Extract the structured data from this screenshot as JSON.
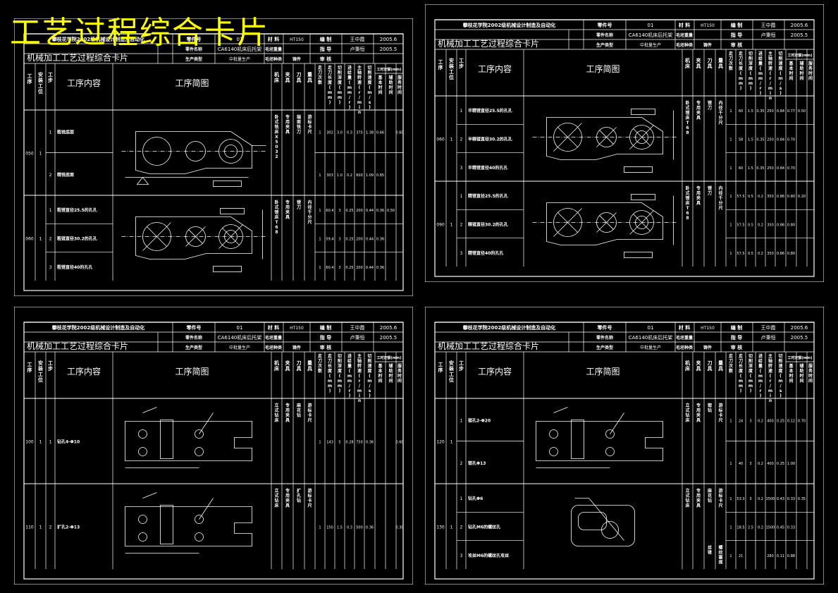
{
  "overlay_title": "工艺过程综合卡片",
  "colors": {
    "background": "#000000",
    "line": "#ffffff",
    "accent": "#ffff00"
  },
  "header": {
    "school": "攀枝花学院2002级机械设计制造及自动化",
    "part_no_label": "零件号",
    "part_no": "01",
    "material_label": "材 料",
    "material": "HT150",
    "drawn_label": "编 制",
    "drawn_by": "王中霞",
    "date1": "2005.6",
    "card_title": "机械加工工艺过程综合卡片",
    "part_name_label": "零件名称",
    "part_name": "CA6140机床后托架",
    "blank_weight_label": "毛坯重量",
    "check_label": "指 导",
    "checker": "卢秉恒",
    "date2": "2005.5",
    "production_type_label": "生产类型",
    "production_type": "中批量生产",
    "blank_type_label": "毛坯种类",
    "casting_label": "铸件",
    "review_label": "审 核"
  },
  "columns": {
    "process_no": "工序",
    "install": "安装工位",
    "step": "工步",
    "content": "工序内容",
    "sketch": "工序简图",
    "machine": "机床",
    "fixture": "夹具",
    "tool": "刀具",
    "measuring": "量具",
    "passes": "走刀次数",
    "length": "走刀长度(mm)",
    "depth": "切削深度(mm)",
    "feed": "进给量(mm/r)",
    "speed": "主轴转速(r/min)",
    "cut_speed": "切削速度(m/s)",
    "time_group": "工时定额(min)",
    "basic_time": "基本时间",
    "aux_time": "辅助时间",
    "service_time": "服务时间"
  },
  "sheets": [
    {
      "ops": [
        {
          "no": "050",
          "install": "1",
          "sketch": "milling",
          "steps": [
            {
              "step": "1",
              "content": "粗铣底面",
              "machine": "卧式铣床X5032",
              "fixture": "专用夹具",
              "tool": "端面铣刀",
              "measuring": "游标卡尺",
              "vals": [
                "1",
                "302",
                "3.0",
                "0.3",
                "375",
                "1.38",
                "0.66",
                "",
                "0.60"
              ]
            },
            {
              "step": "2",
              "content": "精铣底面",
              "machine": "",
              "fixture": "",
              "tool": "",
              "measuring": "",
              "vals": [
                "1",
                "303",
                "1.0",
                "0.2",
                "600",
                "1.09",
                "0.85",
                "",
                ""
              ]
            }
          ]
        },
        {
          "no": "060",
          "install": "1",
          "sketch": "boring",
          "steps": [
            {
              "step": "1",
              "content": "粗镗直径25.5的孔孔",
              "machine": "卧式镗床T68",
              "fixture": "专用夹具",
              "tool": "镗刀",
              "measuring": "内径千分尺",
              "vals": [
                "1",
                "60.4",
                "3",
                "0.25",
                "200",
                "0.44",
                "0.36",
                "0.50",
                ""
              ]
            },
            {
              "step": "2",
              "content": "粗镗直径30.2的孔孔",
              "machine": "",
              "fixture": "",
              "tool": "",
              "measuring": "",
              "vals": [
                "1",
                "59.4",
                "3",
                "0.25",
                "200",
                "0.44",
                "0.36",
                "",
                ""
              ]
            },
            {
              "step": "3",
              "content": "粗镗直径40的孔孔",
              "machine": "",
              "fixture": "",
              "tool": "",
              "measuring": "",
              "vals": [
                "1",
                "60.4",
                "3",
                "0.25",
                "200",
                "0.44",
                "0.36",
                "",
                ""
              ]
            }
          ]
        }
      ]
    },
    {
      "ops": [
        {
          "no": "060",
          "install": "1",
          "sketch": "boring",
          "steps": [
            {
              "step": "1",
              "content": "半精镗直径25.5的孔孔",
              "machine": "卧式镗床T68",
              "fixture": "专用夹具",
              "tool": "镗刀",
              "measuring": "内径千分尺",
              "vals": [
                "1",
                "60",
                "1.5",
                "0.35",
                "250",
                "0.84",
                "0.77",
                "0.50",
                ""
              ]
            },
            {
              "step": "2",
              "content": "半精镗直径30.2的孔孔",
              "machine": "",
              "fixture": "",
              "tool": "",
              "measuring": "",
              "vals": [
                "1",
                "58",
                "1.5",
                "0.35",
                "250",
                "0.84",
                "0.70",
                "",
                ""
              ]
            },
            {
              "step": "3",
              "content": "半精镗直径40的孔孔",
              "machine": "",
              "fixture": "",
              "tool": "",
              "measuring": "",
              "vals": [
                "1",
                "60",
                "1.5",
                "0.35",
                "250",
                "0.84",
                "0.70",
                "",
                ""
              ]
            }
          ]
        },
        {
          "no": "090",
          "install": "1",
          "sketch": "boring",
          "steps": [
            {
              "step": "1",
              "content": "精镗直径25.5的孔孔",
              "machine": "卧式镗床T68",
              "fixture": "专用夹具",
              "tool": "镗刀",
              "measuring": "内径千分尺",
              "vals": [
                "1",
                "57.5",
                "0.5",
                "0.2",
                "350",
                "0.86",
                "0.80",
                "0.20",
                ""
              ]
            },
            {
              "step": "2",
              "content": "精镗直径30.2的孔孔",
              "machine": "",
              "fixture": "",
              "tool": "",
              "measuring": "",
              "vals": [
                "1",
                "57.5",
                "0.5",
                "0.2",
                "350",
                "0.86",
                "0.80",
                "",
                ""
              ]
            },
            {
              "step": "3",
              "content": "精镗直径40的孔孔",
              "machine": "",
              "fixture": "",
              "tool": "",
              "measuring": "",
              "vals": [
                "1",
                "57.5",
                "0.5",
                "0.2",
                "350",
                "0.86",
                "0.80",
                "",
                ""
              ]
            }
          ]
        }
      ]
    },
    {
      "ops": [
        {
          "no": "100",
          "install": "1",
          "sketch": "drill",
          "steps": [
            {
              "step": "1",
              "content": "钻孔4-Φ10",
              "machine": "立式钻床",
              "fixture": "专用夹具",
              "tool": "麻花钻",
              "measuring": "游标卡尺",
              "vals": [
                "1",
                "143",
                "5",
                "0.28",
                "750",
                "0.36",
                "",
                "",
                "0.60"
              ]
            }
          ]
        },
        {
          "no": "110",
          "install": "1",
          "sketch": "drill",
          "steps": [
            {
              "step": "2",
              "content": "扩孔2-Φ13",
              "machine": "立式钻床",
              "fixture": "专用夹具",
              "tool": "扩孔钻",
              "measuring": "游标卡尺",
              "vals": [
                "1",
                "150",
                "1.5",
                "0.3",
                "500",
                "0.36",
                "",
                "",
                "0.30"
              ]
            }
          ]
        }
      ]
    },
    {
      "ops": [
        {
          "no": "120",
          "install": "1",
          "sketch": "drill",
          "steps": [
            {
              "step": "1",
              "content": "锪孔2-Φ20",
              "machine": "立式钻床",
              "fixture": "专用夹具",
              "tool": "锪钻",
              "measuring": "游标卡尺",
              "vals": [
                "1",
                "24",
                "3",
                "0.2",
                "400",
                "0.25",
                "0.12",
                "0.70",
                ""
              ]
            },
            {
              "step": "2",
              "content": "锪孔Φ13",
              "machine": "",
              "fixture": "",
              "tool": "",
              "measuring": "",
              "vals": [
                "1",
                "40",
                "3",
                "0.2",
                "400",
                "0.25",
                "1.00",
                "",
                ""
              ]
            }
          ]
        },
        {
          "no": "130",
          "install": "1",
          "sketch": "small",
          "steps": [
            {
              "step": "1",
              "content": "钻孔Φ6",
              "machine": "立式钻床",
              "fixture": "专用夹具",
              "tool": "麻花钻",
              "measuring": "游标卡尺",
              "vals": [
                "1",
                "53.3",
                "3",
                "0.2",
                "1500",
                "0.43",
                "0.33",
                "0.35",
                ""
              ]
            },
            {
              "step": "2",
              "content": "钻孔M6的螺纹孔",
              "machine": "",
              "fixture": "",
              "tool": "",
              "measuring": "",
              "vals": [
                "1",
                "18.5",
                "2.5",
                "0.2",
                "1500",
                "0.45",
                "0.33",
                "",
                ""
              ]
            },
            {
              "step": "3",
              "content": "攻丝M6的螺纹孔攻丝",
              "machine": "",
              "fixture": "",
              "tool": "丝锥",
              "measuring": "螺纹塞规",
              "vals": [
                "1",
                "21",
                "",
                "",
                "280",
                "0.11",
                "0.88",
                "",
                ""
              ]
            }
          ]
        }
      ]
    }
  ]
}
